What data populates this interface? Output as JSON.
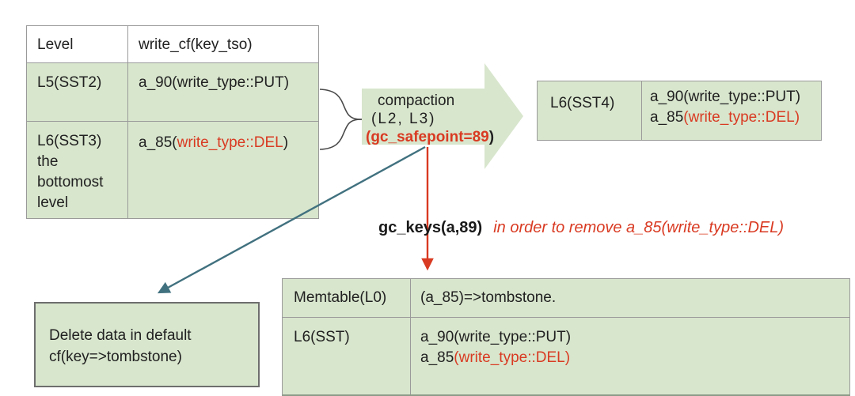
{
  "colors": {
    "cell_green": "#d8e6cd",
    "accent_red": "#d93a22",
    "teal_arrow": "#41717f",
    "border_gray": "#9a9a9a"
  },
  "source_table": {
    "header_level": "Level",
    "header_write_cf": "write_cf(key_tso)",
    "row1_level": "L5(SST2)",
    "row1_value": "a_90(write_type::PUT)",
    "row2_level_lines": [
      "L6(SST3)",
      "the",
      "bottomost",
      "level"
    ],
    "row2_value_pre": "a_85(",
    "row2_value_red": "write_type::DEL",
    "row2_value_post": ")"
  },
  "compaction_arrow": {
    "line1": "compaction",
    "line2": "(L2,  L3)",
    "line3_red": "(gc_safepoint=89",
    "line3_close": ")"
  },
  "result_table": {
    "level": "L6(SST4)",
    "value_line1": "a_90(write_type::PUT)",
    "value_line2_pre": "a_85",
    "value_line2_red": "(write_type::DEL)"
  },
  "gc_keys_label": {
    "call": "gc_keys(a,89)",
    "note": "in order to remove a_85(write_type::DEL)"
  },
  "delete_box": {
    "line1": "Delete data in default",
    "line2": "cf(key=>tombstone)"
  },
  "bottom_table": {
    "row1_key": "Memtable(L0)",
    "row1_value": "(a_85)=>tombstone.",
    "row2_key": "L6(SST)",
    "row2_value_line1": "a_90(write_type::PUT)",
    "row2_value_line2_pre": "a_85",
    "row2_value_line2_red": "(write_type::DEL)"
  }
}
